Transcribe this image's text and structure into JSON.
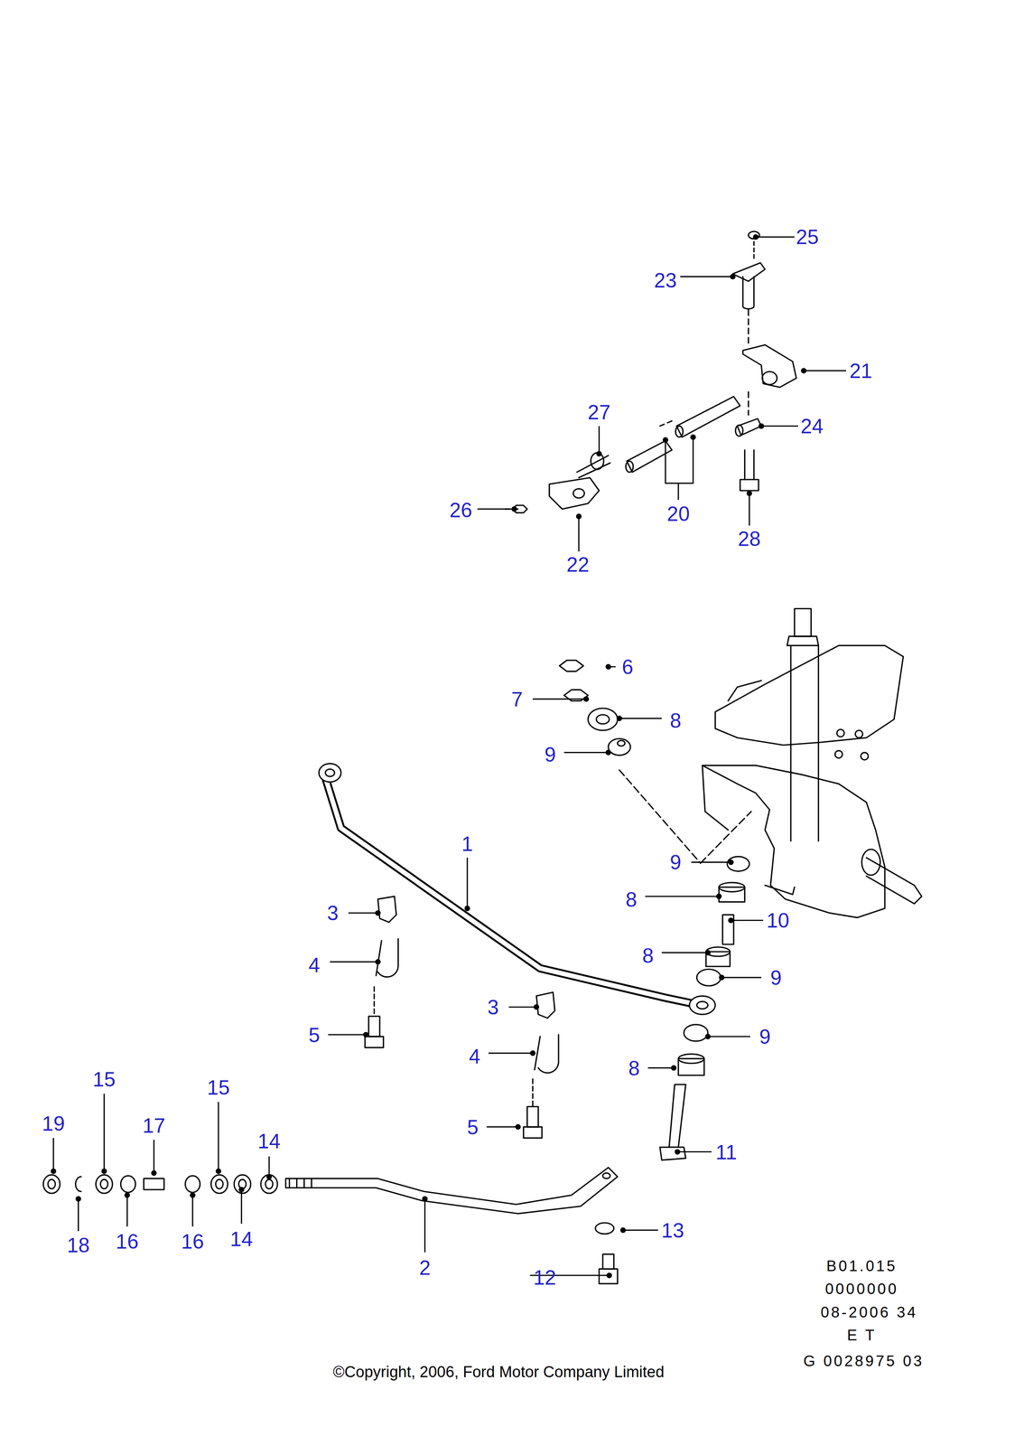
{
  "diagram": {
    "labels": [
      "25",
      "23",
      "21",
      "27",
      "24",
      "26",
      "20",
      "28",
      "22",
      "6",
      "7",
      "8",
      "9",
      "1",
      "9",
      "8",
      "10",
      "3",
      "4",
      "8",
      "9",
      "5",
      "3",
      "9",
      "4",
      "8",
      "5",
      "15",
      "15",
      "19",
      "17",
      "14",
      "11",
      "14",
      "13",
      "18",
      "16",
      "16",
      "2",
      "12",
      "B01.015",
      "0000000",
      "08-2006 34",
      "E T",
      "G 0028975 03",
      "©Copyright, 2006, Ford Motor Company Limited"
    ]
  }
}
